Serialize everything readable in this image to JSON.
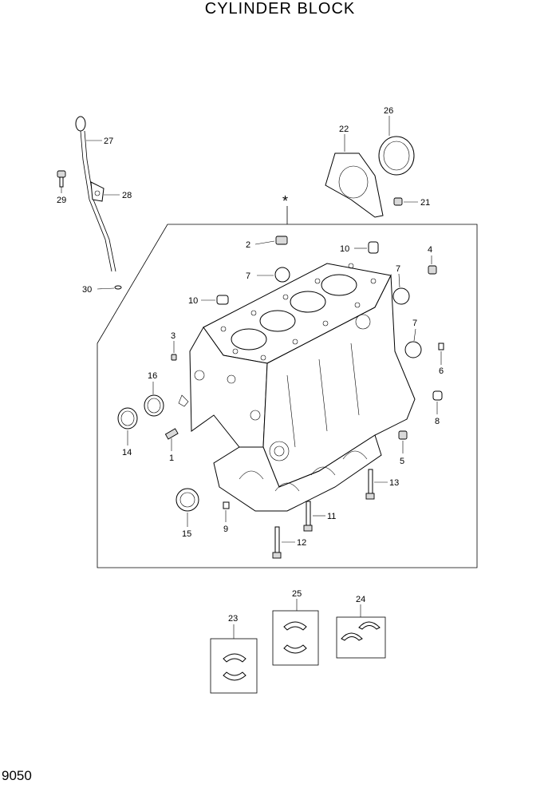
{
  "title": "CYLINDER BLOCK",
  "page_code": "9050",
  "assembly_mark": "*",
  "callouts": {
    "p1": "1",
    "p2": "2",
    "p3": "3",
    "p4": "4",
    "p5": "5",
    "p6": "6",
    "p7a": "7",
    "p7b": "7",
    "p8": "8",
    "p9": "9",
    "p10a": "10",
    "p10b": "10",
    "p11": "11",
    "p12": "12",
    "p13": "13",
    "p14": "14",
    "p15": "15",
    "p16": "16",
    "p21": "21",
    "p22": "22",
    "p23": "23",
    "p24": "24",
    "p25": "25",
    "p26": "26",
    "p27": "27",
    "p28": "28",
    "p29": "29",
    "p30": "30"
  }
}
